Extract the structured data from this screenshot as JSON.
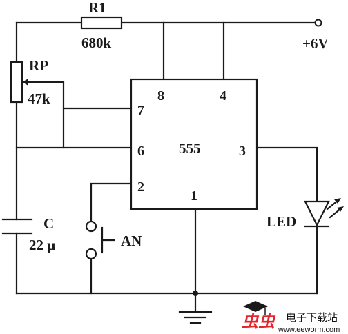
{
  "components": {
    "r1": {
      "name": "R1",
      "value": "680k"
    },
    "rp": {
      "name": "RP",
      "value": "47k"
    },
    "c": {
      "name": "C",
      "value": "22 μ"
    },
    "an": {
      "name": "AN"
    },
    "led": {
      "name": "LED"
    },
    "supply": {
      "label": "+6V"
    }
  },
  "ic": {
    "name": "555",
    "pins": {
      "p8": "8",
      "p4": "4",
      "p7": "7",
      "p6": "6",
      "p3": "3",
      "p2": "2",
      "p1": "1"
    }
  },
  "watermark": {
    "logo_text": "虫虫",
    "site_name": "电子下载站",
    "url": "www.eeworm.com"
  },
  "colors": {
    "logo_red": "#e3262b",
    "ink": "#1a1a1a"
  }
}
